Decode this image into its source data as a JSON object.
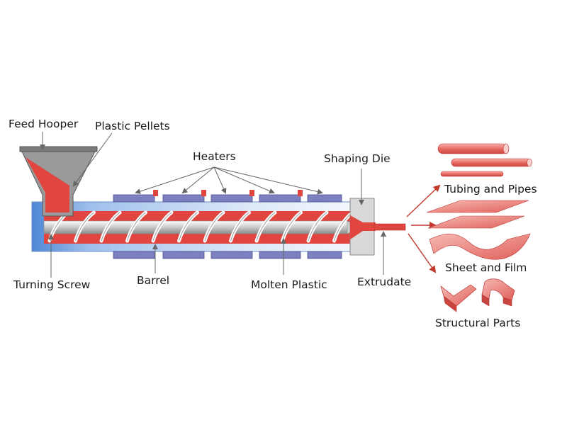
{
  "labels": {
    "feed_hopper": "Feed Hooper",
    "plastic_pellets": "Plastic Pellets",
    "heaters": "Heaters",
    "shaping_die": "Shaping Die",
    "tubing_and_pipes": "Tubing and Pipes",
    "sheet_and_film": "Sheet and Film",
    "structural_parts": "Structural Parts",
    "turning_screw": "Turning Screw",
    "barrel": "Barrel",
    "molten_plastic": "Molten Plastic",
    "extrudate": "Extrudate"
  },
  "colors": {
    "barrel_blue": "#bcd3f0",
    "plastic_red": "#e0463f",
    "heater_purple": "#7c7fc0",
    "die_grey": "#d9d9d9",
    "product_red": "#ef8a84"
  }
}
